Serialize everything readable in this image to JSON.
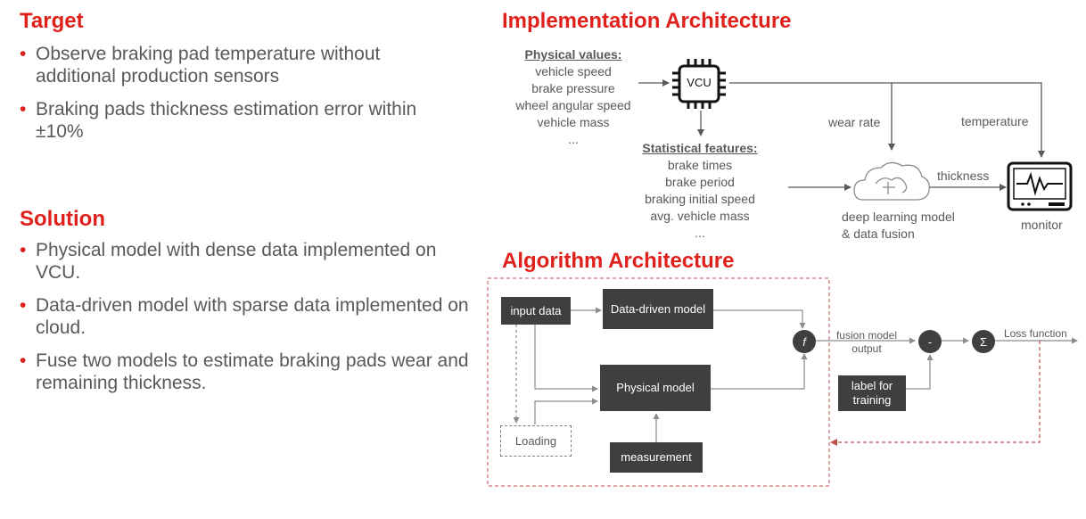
{
  "left": {
    "target_title": "Target",
    "target_items": [
      "Observe braking pad temperature without additional production sensors",
      "Braking pads thickness estimation error within ±10%"
    ],
    "solution_title": "Solution",
    "solution_items": [
      "Physical model with dense data implemented on VCU.",
      "Data-driven model with sparse data implemented on cloud.",
      "Fuse two models to estimate braking pads wear and remaining thickness."
    ],
    "bullet_char": "•"
  },
  "impl": {
    "title": "Implementation Architecture",
    "physical_header": "Physical values:",
    "physical_items": [
      "vehicle speed",
      "brake pressure",
      "wheel angular speed",
      "vehicle mass",
      "..."
    ],
    "vcu_label": "VCU",
    "statistical_header": "Statistical features:",
    "statistical_items": [
      "brake times",
      "brake period",
      "braking initial speed",
      "avg. vehicle mass",
      "..."
    ],
    "wear_rate": "wear rate",
    "temperature": "temperature",
    "thickness": "thickness",
    "dl_line1": "deep learning model",
    "dl_line2": "& data fusion",
    "monitor": "monitor"
  },
  "algo": {
    "title": "Algorithm Architecture",
    "input_data": "input data",
    "data_driven_model": "Data-driven model",
    "physical_model": "Physical model",
    "loading": "Loading",
    "measurement": "measurement",
    "f_symbol": "f",
    "fusion_line1": "fusion model",
    "fusion_line2": "output",
    "minus_symbol": "-",
    "sigma_symbol": "Σ",
    "loss_function": "Loss function",
    "label_line1": "label for",
    "label_line2": "training"
  },
  "colors": {
    "accent": "#e0201b",
    "text": "#595959",
    "box": "#3f3f3f"
  }
}
